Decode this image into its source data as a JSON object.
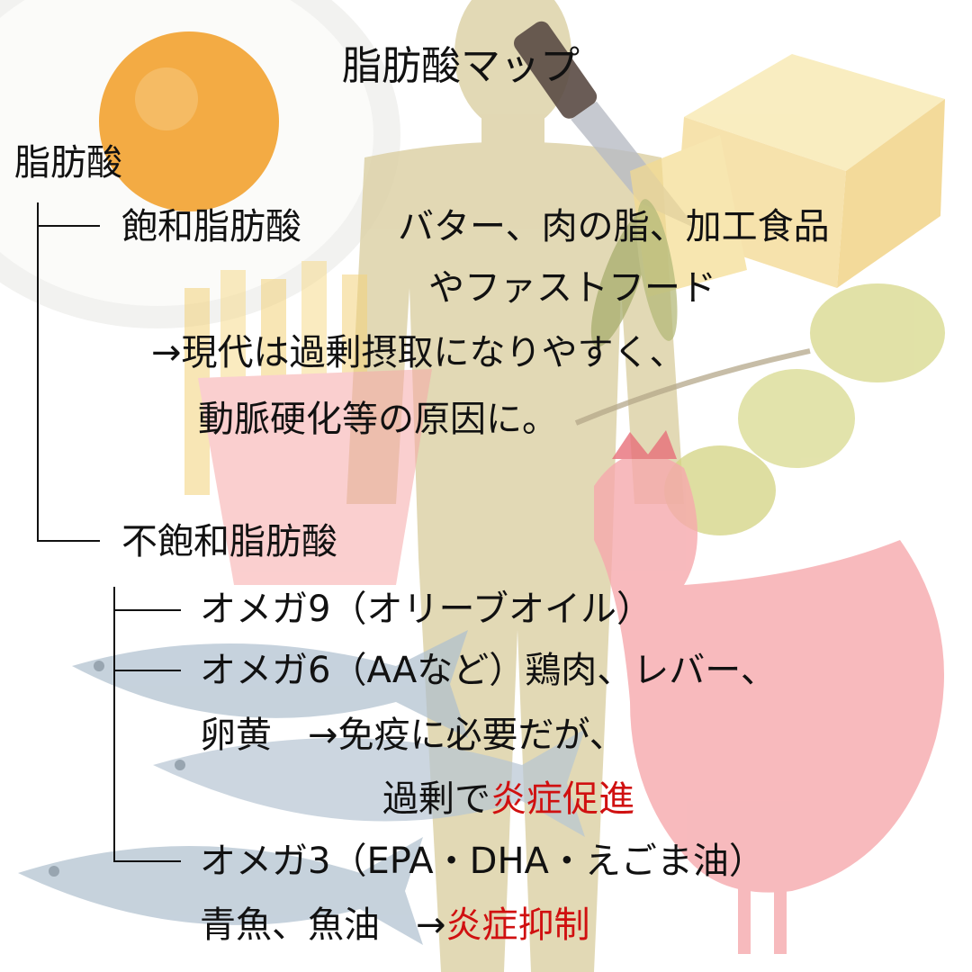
{
  "title": "脂肪酸マップ",
  "root": "脂肪酸",
  "saturated": {
    "label": "飽和脂肪酸",
    "foods_line1": "バター、肉の脂、加工食品",
    "foods_line2": "やファストフード",
    "note_line1": "→現代は過剰摂取になりやすく、",
    "note_line2": "動脈硬化等の原因に。"
  },
  "unsaturated": {
    "label": "不飽和脂肪酸",
    "omega9": {
      "label": "オメガ9（オリーブオイル）"
    },
    "omega6": {
      "label": "オメガ6（AAなど）鶏肉、レバー、",
      "line2": "卵黄　→免疫に必要だが、",
      "line3_prefix": "過剰で",
      "line3_highlight": "炎症促進"
    },
    "omega3": {
      "label": "オメガ3（EPA・DHA・えごま油）",
      "line2_prefix": "青魚、魚油　→",
      "line2_highlight": "炎症抑制"
    }
  },
  "colors": {
    "text": "#111111",
    "highlight": "#d01010"
  },
  "background_illustrations": [
    "fried-egg",
    "human-silhouette",
    "butter-block",
    "knife",
    "olives",
    "french-fries",
    "chicken",
    "mackerel-fish"
  ]
}
